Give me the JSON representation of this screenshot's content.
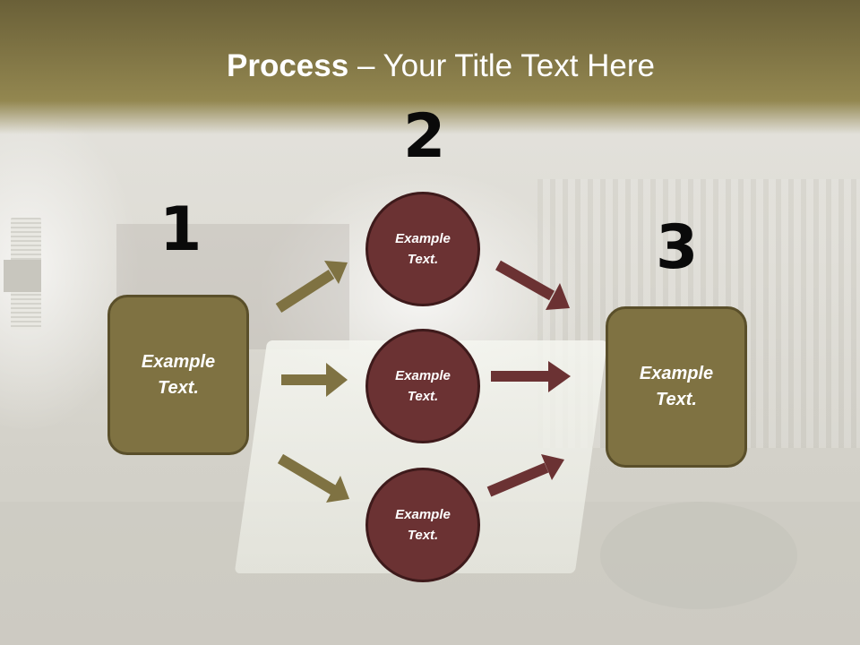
{
  "slide": {
    "title_bold": "Process",
    "title_rest": " – Your Title Text Here",
    "colors": {
      "header": "#7d7243",
      "box_fill": "#7f7242",
      "box_border": "#5a4f2a",
      "circle_fill": "#6b3233",
      "circle_border": "#3e1a1b",
      "arrow_gold": "#7f7242",
      "arrow_maroon": "#6b3233",
      "number": "#0a0a0a"
    }
  },
  "steps": [
    {
      "number": "1",
      "label": "Example\nText."
    },
    {
      "number": "2",
      "items": [
        {
          "label": "Example\nText."
        },
        {
          "label": "Example\nText."
        },
        {
          "label": "Example\nText."
        }
      ]
    },
    {
      "number": "3",
      "label": "Example\nText."
    }
  ],
  "arrows": [
    {
      "from": "step-1",
      "to": "step-2-item-1",
      "color": "gold",
      "direction": "up-right"
    },
    {
      "from": "step-1",
      "to": "step-2-item-2",
      "color": "gold",
      "direction": "right"
    },
    {
      "from": "step-1",
      "to": "step-2-item-3",
      "color": "gold",
      "direction": "down-right"
    },
    {
      "from": "step-2-item-1",
      "to": "step-3",
      "color": "maroon",
      "direction": "down-right"
    },
    {
      "from": "step-2-item-2",
      "to": "step-3",
      "color": "maroon",
      "direction": "right"
    },
    {
      "from": "step-2-item-3",
      "to": "step-3",
      "color": "maroon",
      "direction": "up-right"
    }
  ]
}
